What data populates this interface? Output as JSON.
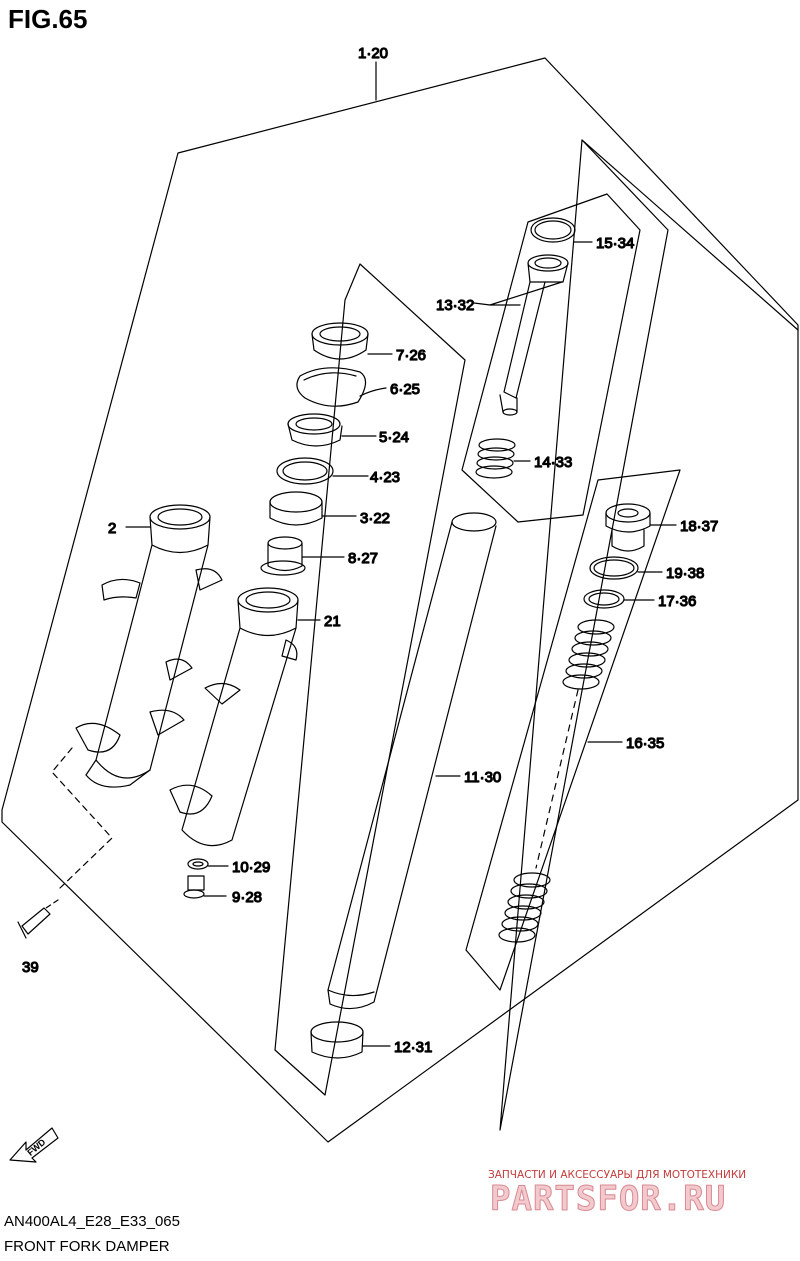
{
  "figure": {
    "title": "FIG.65",
    "code": "AN400AL4_E28_E33_065",
    "name": "FRONT FORK DAMPER"
  },
  "labels": {
    "p1": "1·20",
    "p2": "2",
    "p3": "3·22",
    "p4": "4·23",
    "p5": "5·24",
    "p6": "6·25",
    "p7": "7·26",
    "p8": "8·27",
    "p9": "9·28",
    "p10": "10·29",
    "p11": "11·30",
    "p12": "12·31",
    "p13": "13·32",
    "p14": "14·33",
    "p15": "15·34",
    "p16": "16·35",
    "p17": "17·36",
    "p18": "18·37",
    "p19": "19·38",
    "p21": "21",
    "p39": "39"
  },
  "fwd_arrow": "FWD",
  "watermark": {
    "tagline": "ЗАПЧАСТИ И АКСЕССУАРЫ ДЛЯ МОТОТЕХНИКИ",
    "brand": "PARTSFOR.RU"
  }
}
